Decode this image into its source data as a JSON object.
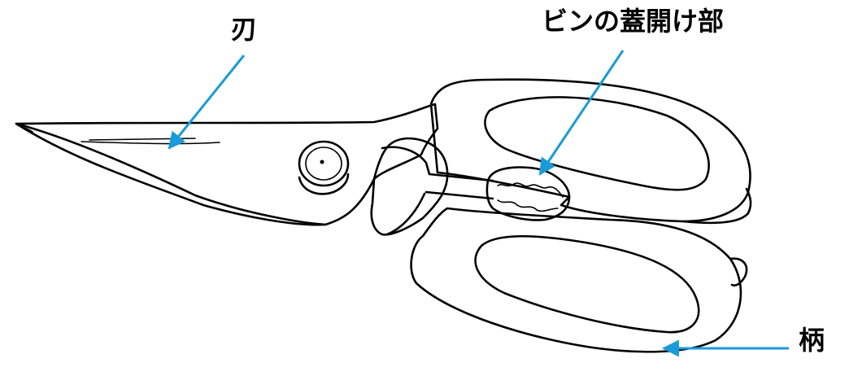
{
  "labels": {
    "blade": "刃",
    "bottle_opener": "ビンの蓋開け部",
    "handle": "柄"
  },
  "colors": {
    "leader_line": "#1a9ad9",
    "outline": "#000000",
    "background": "#ffffff"
  }
}
